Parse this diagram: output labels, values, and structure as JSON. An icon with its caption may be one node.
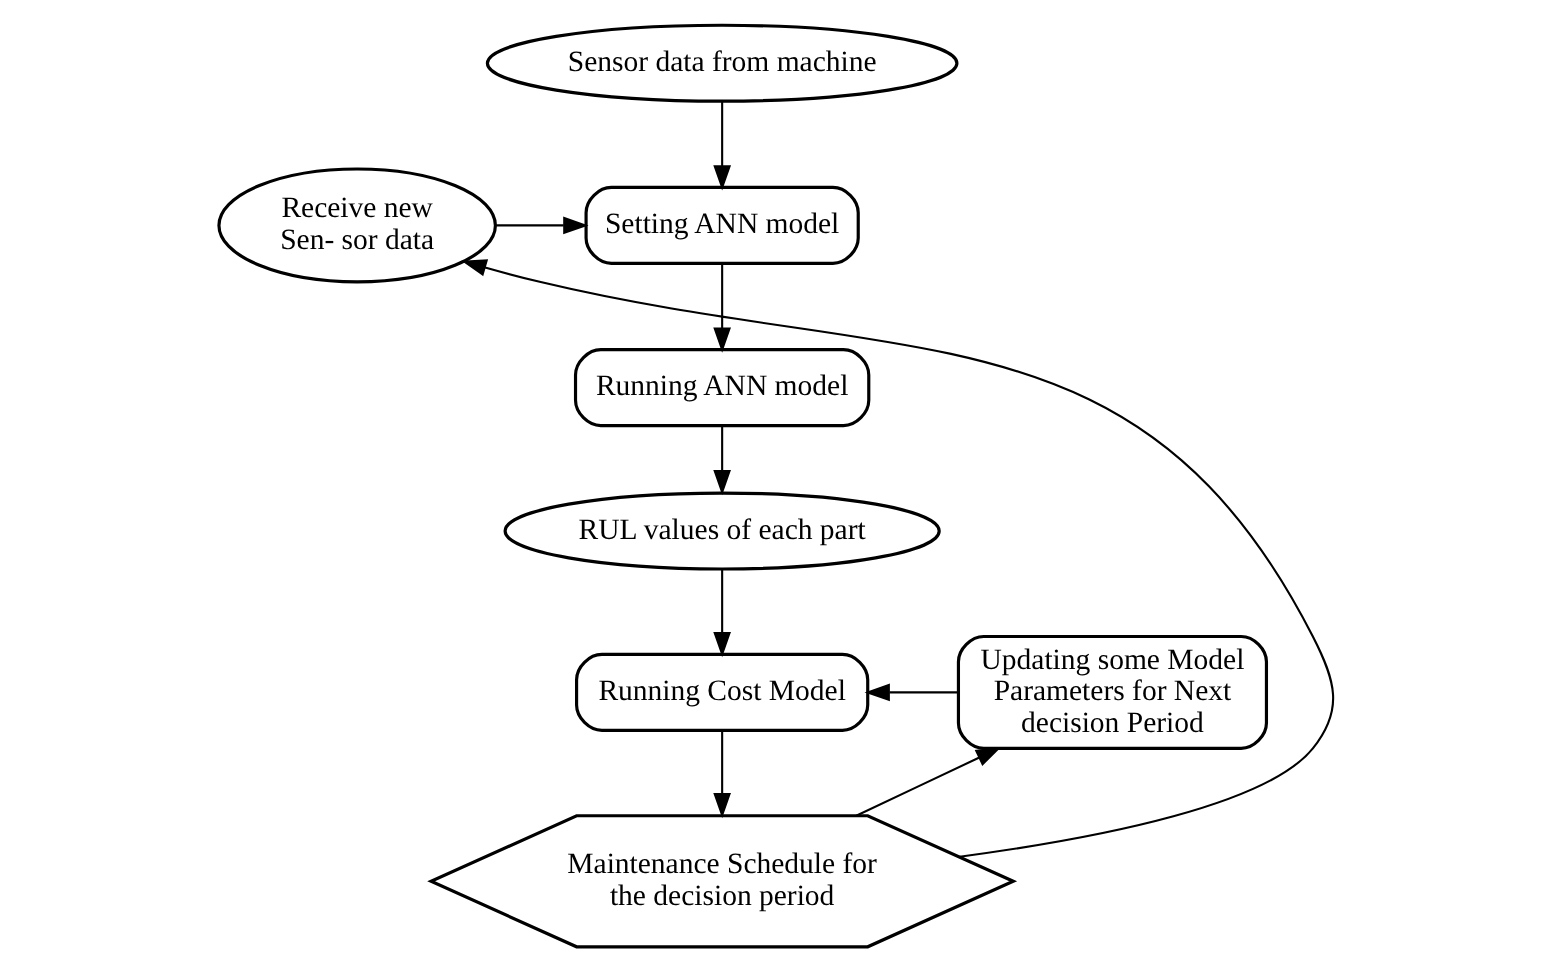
{
  "diagram": {
    "nodes": [
      {
        "text": [
          "Sensor data from machine"
        ]
      },
      {
        "text": [
          "Receive new Sen- sor data"
        ]
      },
      {
        "text": [
          "Setting ANN model"
        ]
      },
      {
        "text": [
          "Running ANN model"
        ]
      },
      {
        "text": [
          "RUL values of each part"
        ]
      },
      {
        "text": [
          "Running Cost Model"
        ]
      },
      {
        "text": [
          "Updating some Model Parameters for Next decision Period"
        ]
      },
      {
        "text": [
          "Maintenance Schedule for the decision period"
        ]
      }
    ],
    "edges": [
      {
        "from": 0,
        "to": 2,
        "arrow": "to"
      },
      {
        "from": 1,
        "to": 2,
        "arrow": "to"
      },
      {
        "from": 2,
        "to": 3,
        "arrow": "to"
      },
      {
        "from": 3,
        "to": 4,
        "arrow": "to"
      },
      {
        "from": 4,
        "to": 5,
        "arrow": "to"
      },
      {
        "from": 6,
        "to": 5,
        "arrow": "to"
      },
      {
        "from": 5,
        "to": 7,
        "arrow": "to"
      },
      {
        "from": 7,
        "to": 1,
        "arrow": "to"
      },
      {
        "from": 7,
        "to": 6,
        "arrow": "to"
      }
    ]
  }
}
